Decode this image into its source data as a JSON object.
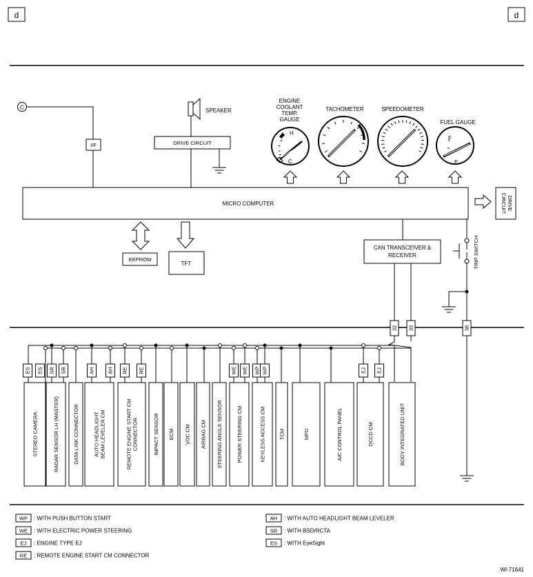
{
  "page_marker": "d",
  "wiring_id": "WI-71641",
  "connector_c": "C",
  "blocks": {
    "if": "I/F",
    "speaker": "SPEAKER",
    "drive_circuit": "DRIVE CIRCUIT",
    "micro_computer": "MICRO COMPUTER",
    "eeprom": "EEPROM",
    "tft": "TFT",
    "can": [
      "CAN TRANSCEIVER &",
      "RECEIVER"
    ],
    "drive_circuit_right": [
      "DRIVE",
      "CIRCUIT"
    ],
    "trip_switch": "TRIP SWITCH"
  },
  "gauges": {
    "coolant": {
      "label": [
        "ENGINE",
        "COOLANT",
        "TEMP.",
        "GAUGE"
      ],
      "high": "H",
      "low": "C"
    },
    "tachometer": {
      "label": "TACHOMETER"
    },
    "speedometer": {
      "label": "SPEEDOMETER"
    },
    "fuel": {
      "label": "FUEL GAUGE",
      "full": "F",
      "empty": "E"
    }
  },
  "pins": {
    "p32": "32",
    "p33": "33",
    "p38": "38"
  },
  "tags": {
    "es1": "ES",
    "es2": "ES",
    "sr1": "SR",
    "sr2": "SR",
    "ah1": "AH",
    "ah2": "AH",
    "re1": "RE",
    "re2": "RE",
    "we1": "WE",
    "we2": "WE",
    "wp1": "WP",
    "wp2": "WP",
    "ej1": "EJ",
    "ej2": "EJ"
  },
  "modules": [
    [
      "STEREO CAMERA"
    ],
    [
      "RADAR SENSOR LH (MASTER)"
    ],
    [
      "DATA LINK CONNECTOR"
    ],
    [
      "AUTO HEADLIGHT",
      "BEAM LEVELER CM"
    ],
    [
      "REMOTE ENGINE START CM",
      "CONNECTOR"
    ],
    [
      "IMPACT SENSOR"
    ],
    [
      "ECM"
    ],
    [
      "VDC CM"
    ],
    [
      "AIRBAG CM"
    ],
    [
      "STEERING ANGLE SENSOR"
    ],
    [
      "POWER STEERING CM"
    ],
    [
      "KEYLESS ACCESS CM"
    ],
    [
      "TCM"
    ],
    [
      "MFD"
    ],
    [
      "A/C CONTROL PANEL"
    ],
    [
      "DCCD CM"
    ],
    [
      "BODY INTEGRATED UNIT"
    ]
  ],
  "legend": [
    {
      "code": "WP",
      "text": ": WITH PUSH BUTTON START"
    },
    {
      "code": "WE",
      "text": ": WITH ELECTRIC POWER STEERING"
    },
    {
      "code": "EJ",
      "text": ": ENGINE TYPE EJ"
    },
    {
      "code": "RE",
      "text": ": REMOTE ENGINE START CM CONNECTOR"
    },
    {
      "code": "AH",
      "text": ": WITH AUTO HEADLIGHT BEAM LEVELER"
    },
    {
      "code": "SR",
      "text": ": WITH BSD/RCTA"
    },
    {
      "code": "ES",
      "text": ": WITH EyeSight"
    }
  ]
}
